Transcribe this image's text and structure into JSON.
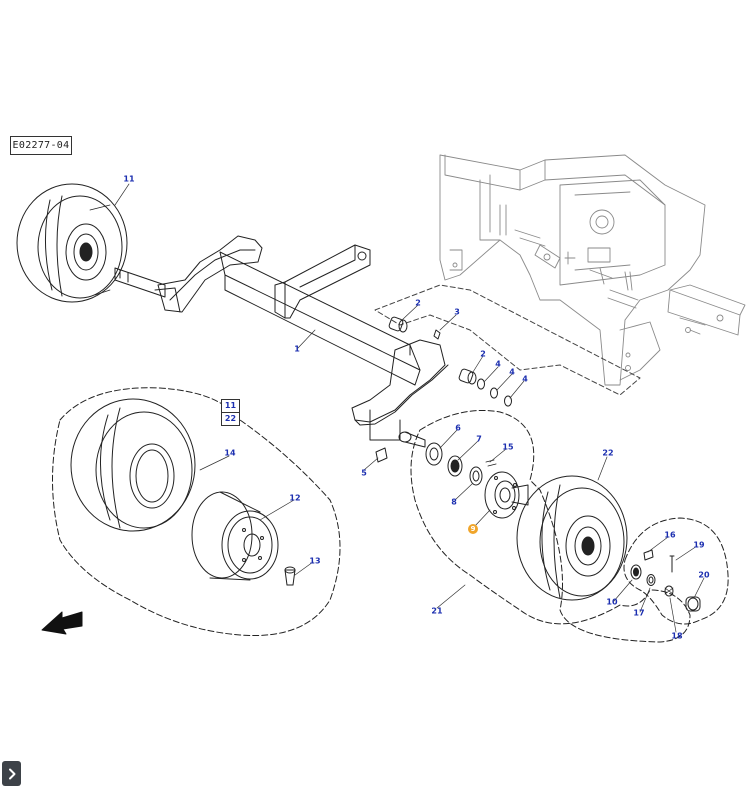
{
  "figure": {
    "reference_code": "E02277-04",
    "highlighted_callout": "9",
    "highlight_color": "#f0a52b",
    "callout_color": "#1c2fb0"
  },
  "callouts": {
    "c11a": "11",
    "c2a": "2",
    "c3": "3",
    "c1": "1",
    "c2b": "2",
    "c4a": "4",
    "c4b": "4",
    "c4c": "4",
    "c6": "6",
    "c7": "7",
    "c15": "15",
    "c5": "5",
    "c8": "8",
    "c9": "9",
    "c22a": "22",
    "c14": "14",
    "c12": "12",
    "c13": "13",
    "c16": "16",
    "c19": "19",
    "c20": "20",
    "c10": "10",
    "c17": "17",
    "c18": "18",
    "c21": "21"
  },
  "stack": {
    "top": "11",
    "bottom": "22"
  },
  "controls": {
    "expand_icon": "chevron-right-icon"
  }
}
